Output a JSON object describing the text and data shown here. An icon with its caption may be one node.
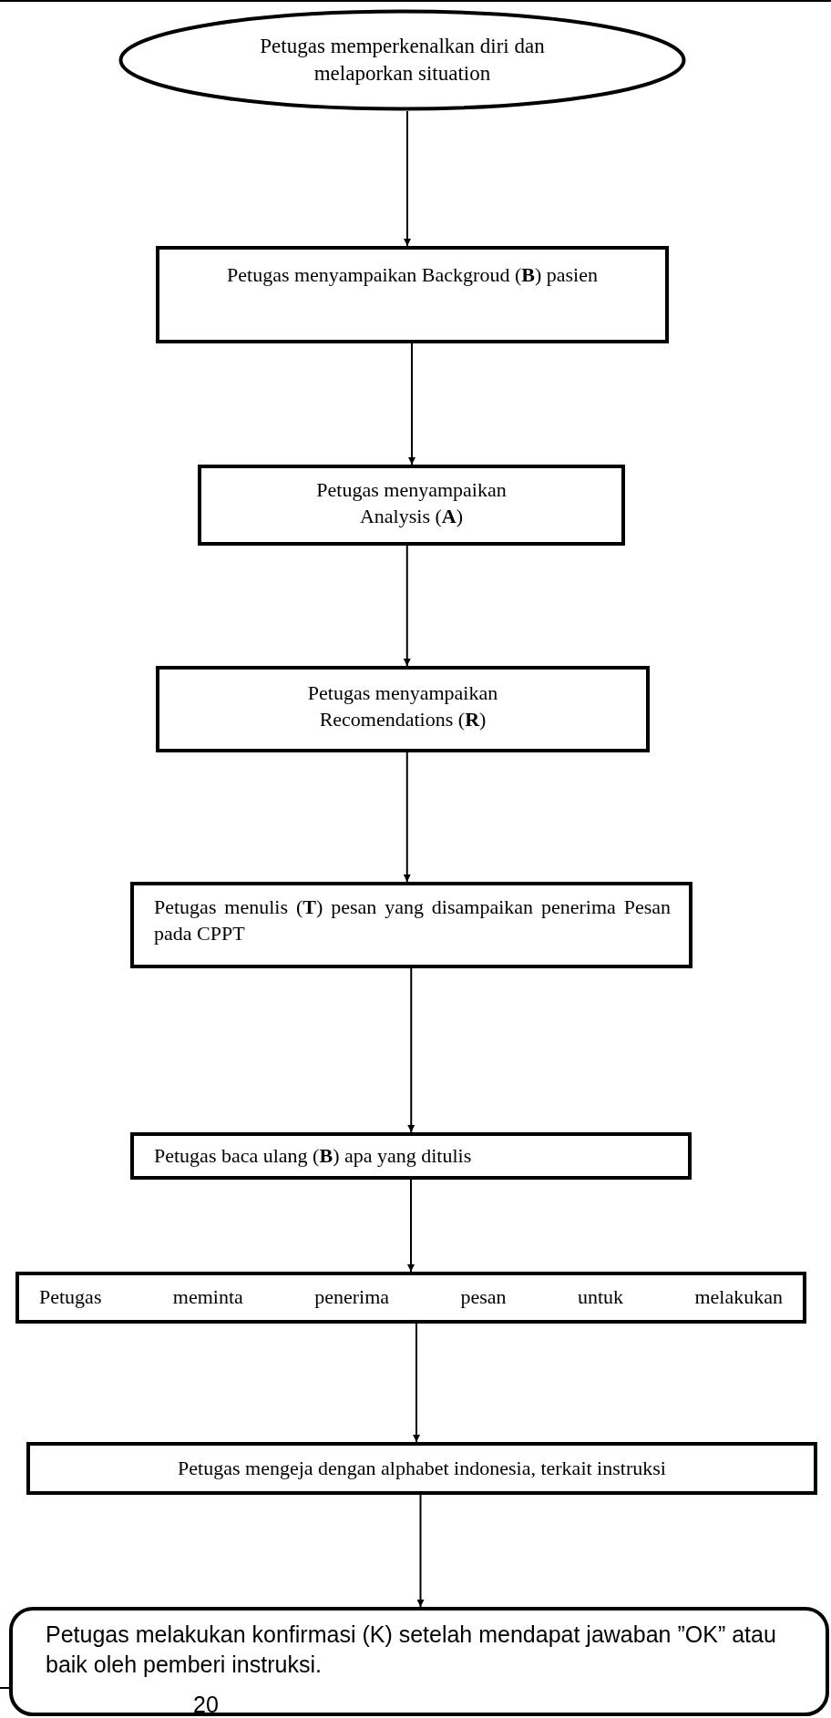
{
  "diagram": {
    "nodes": [
      {
        "text": [
          "Petugas memperkenalkan diri dan melaporkan situation"
        ]
      },
      {
        "text": [
          "Petugas menyampaikan Backgroud (**B**) pasien"
        ]
      },
      {
        "text": [
          "Petugas menyampaikan Analysis (**A**)"
        ]
      },
      {
        "text": [
          "Petugas menyampaikan Recomendations (**R**)"
        ]
      },
      {
        "text": [
          "Petugas menulis (**T**) pesan yang disampaikan penerima Pesan pada CPPT"
        ]
      },
      {
        "text": [
          "Petugas baca ulang (**B**) apa yang ditulis"
        ]
      },
      {
        "text": [
          "Petugas meminta penerima pesan untuk melakukan"
        ]
      },
      {
        "text": [
          "Petugas mengeja dengan alphabet indonesia, terkait instruksi"
        ]
      },
      {
        "text": [
          "Petugas melakukan konfirmasi (K) setelah mendapat jawaban ”OK” atau baik oleh pemberi instruksi."
        ]
      }
    ],
    "edges": [
      {
        "from": 0,
        "to": 1,
        "arrow": "to"
      },
      {
        "from": 1,
        "to": 2,
        "arrow": "to"
      },
      {
        "from": 2,
        "to": 3,
        "arrow": "to"
      },
      {
        "from": 3,
        "to": 4,
        "arrow": "to"
      },
      {
        "from": 4,
        "to": 5,
        "arrow": "to"
      },
      {
        "from": 5,
        "to": 6,
        "arrow": "to"
      },
      {
        "from": 6,
        "to": 7,
        "arrow": "to"
      },
      {
        "from": 7,
        "to": 8,
        "arrow": "to"
      }
    ],
    "labels": [
      "20"
    ]
  }
}
